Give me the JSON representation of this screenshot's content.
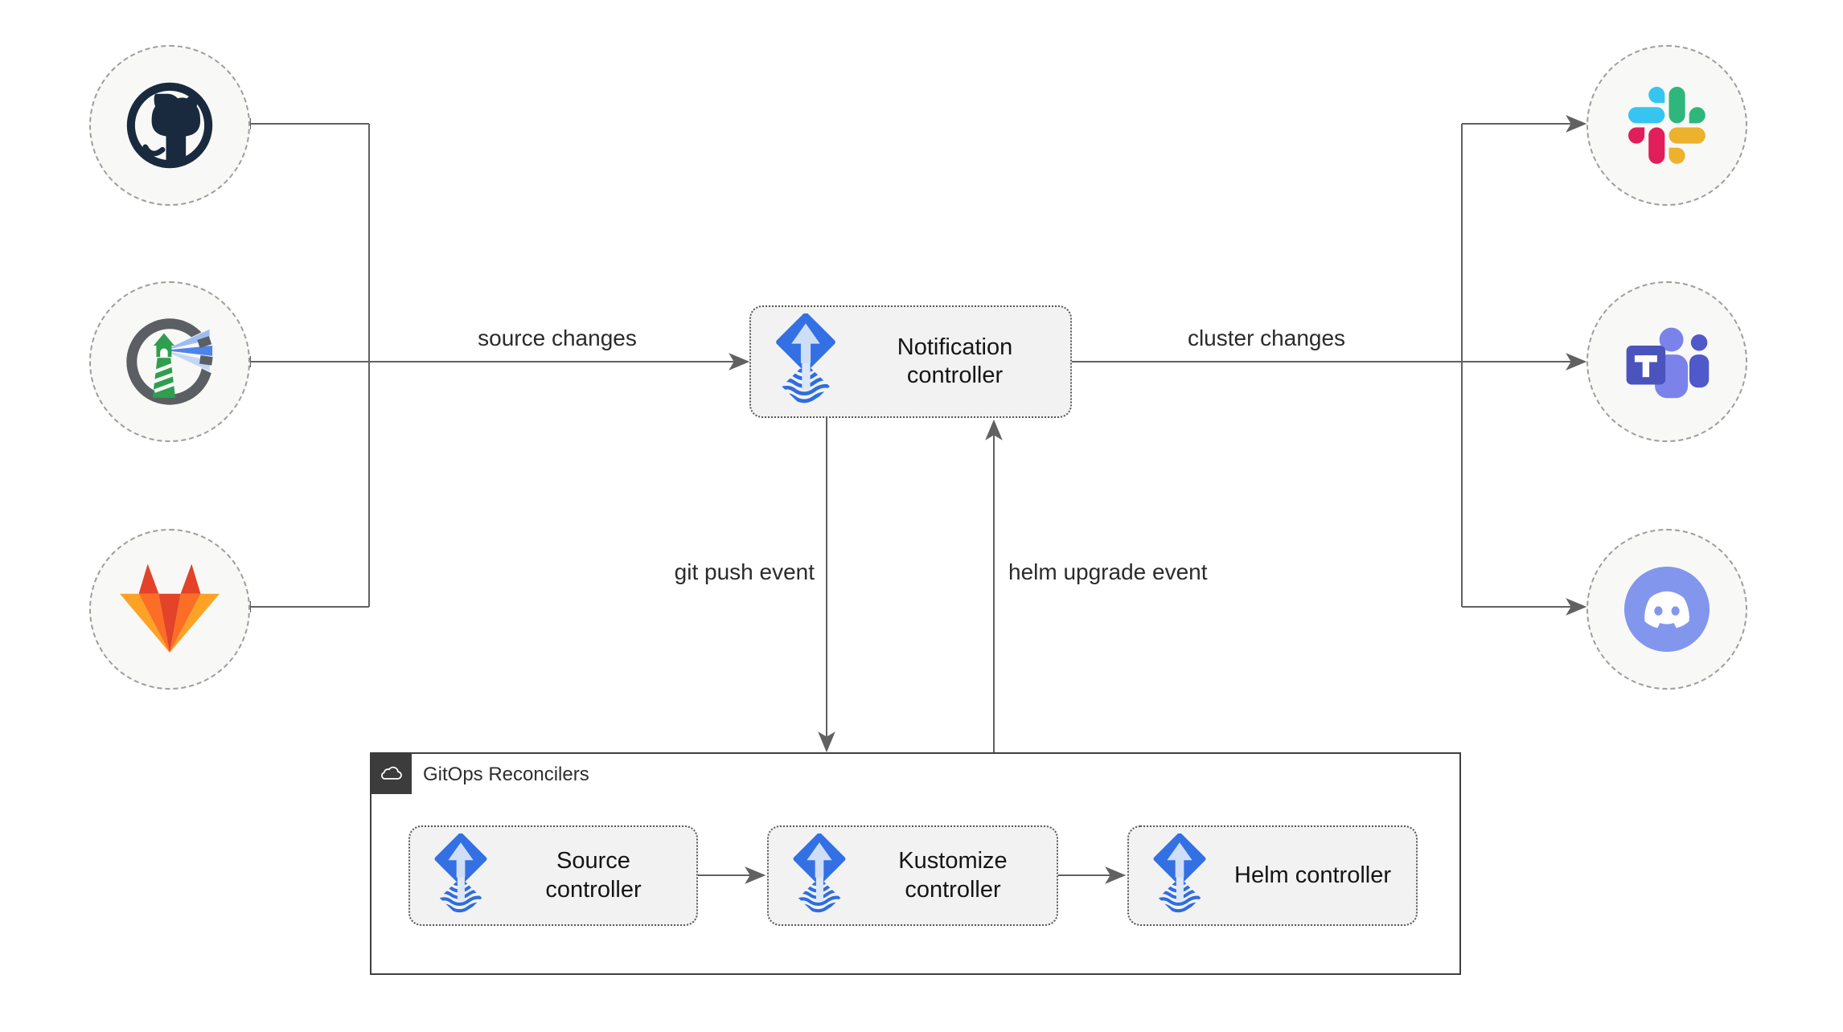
{
  "diagram": {
    "notification": {
      "label": "Notification controller",
      "icon": "flux-icon"
    },
    "reconcilers": {
      "title": "GitOps Reconcilers",
      "badge_icon": "cloud-icon",
      "items": [
        {
          "label": "Source controller",
          "icon": "flux-icon"
        },
        {
          "label": "Kustomize controller",
          "icon": "flux-icon"
        },
        {
          "label": "Helm controller",
          "icon": "flux-icon"
        }
      ]
    },
    "edge_labels": {
      "source_changes": "source changes",
      "cluster_changes": "cluster changes",
      "git_push_event": "git push event",
      "helm_upgrade_event": "helm upgrade event"
    },
    "source_icons": [
      "github-icon",
      "harbor-icon",
      "gitlab-icon"
    ],
    "target_icons": [
      "slack-icon",
      "teams-icon",
      "discord-icon"
    ],
    "colors": {
      "background": "#ffffff",
      "line": "#616161",
      "node_fill": "#f8f8f6",
      "node_border": "#9e9e9e",
      "box_fill": "#f2f2f2",
      "box_border": "#575757",
      "container_border": "#3f3f3f",
      "badge_bg": "#3c3c3c",
      "label_text": "#2b2b2b",
      "flux_blue": "#3370e3",
      "flux_light": "#cfdef7",
      "github": "#192a3e",
      "harbor_green": "#2e9e4f",
      "gitlab_red": "#e24329",
      "gitlab_orange": "#fc6d26",
      "gitlab_yellow": "#fca326",
      "slack_blue": "#36c5f0",
      "slack_green": "#2eb67d",
      "slack_pink": "#e01e5a",
      "slack_yellow": "#ecb22e",
      "teams_dark": "#4b53bc",
      "teams_mid": "#5059c9",
      "teams_light": "#7b83eb",
      "discord_blurple": "#8296ee"
    }
  }
}
